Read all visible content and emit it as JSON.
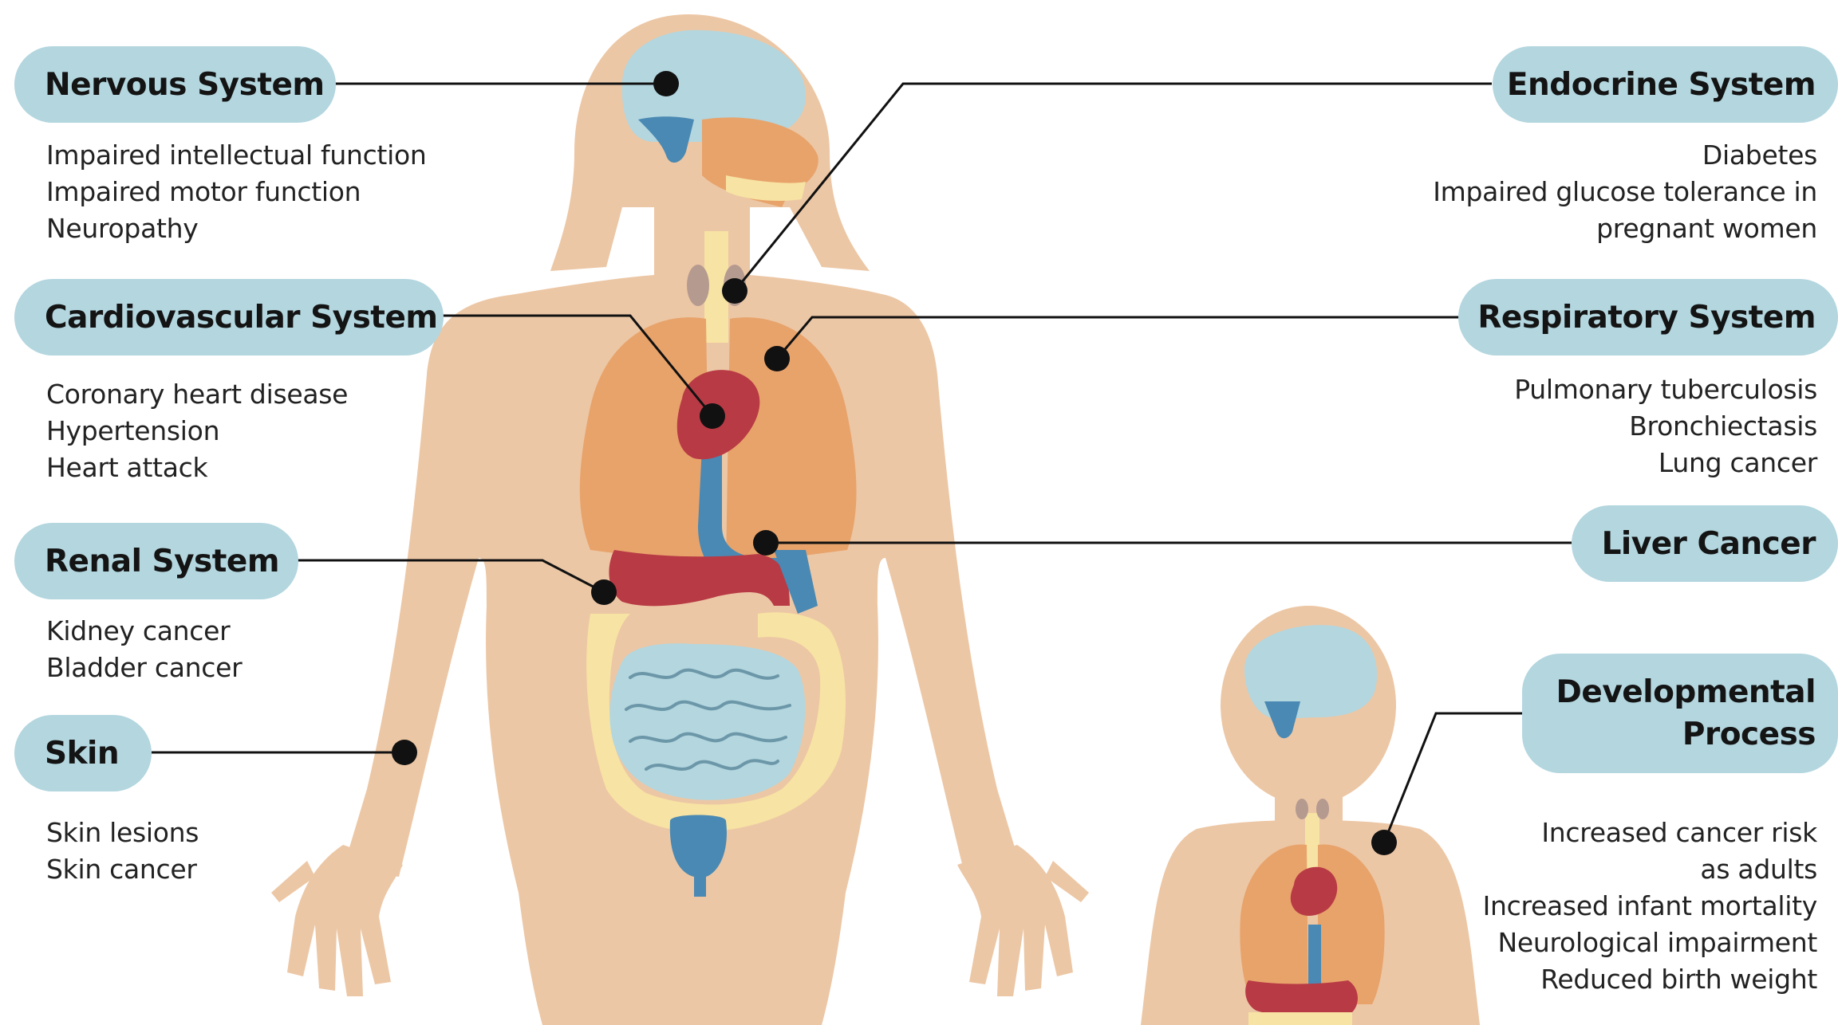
{
  "systems": {
    "nervous": {
      "title": "Nervous System",
      "effects": [
        "Impaired intellectual function",
        "Impaired motor function",
        "Neuropathy"
      ]
    },
    "cardiovascular": {
      "title": "Cardiovascular System",
      "effects": [
        "Coronary heart disease",
        "Hypertension",
        "Heart attack"
      ]
    },
    "renal": {
      "title": "Renal System",
      "effects": [
        "Kidney cancer",
        "Bladder cancer"
      ]
    },
    "skin": {
      "title": "Skin",
      "effects": [
        "Skin lesions",
        "Skin cancer"
      ]
    },
    "endocrine": {
      "title": "Endocrine System",
      "effects": [
        "Diabetes",
        "Impaired glucose tolerance in",
        "pregnant women"
      ]
    },
    "respiratory": {
      "title": "Respiratory System",
      "effects": [
        "Pulmonary tuberculosis",
        "Bronchiectasis",
        "Lung cancer"
      ]
    },
    "liver": {
      "title": "Liver Cancer"
    },
    "developmental": {
      "title_lines": [
        "Developmental",
        "Process"
      ],
      "effects": [
        "Increased cancer risk",
        "as adults",
        "Increased infant mortality",
        "Neurological impairment",
        "Reduced birth weight"
      ]
    }
  },
  "colors": {
    "skin": "#ecc7a5",
    "label_fill": "#b3d6df",
    "brain": "#b3d6df",
    "lung": "#e8a36b",
    "heart": "#b83a45",
    "intestine_large": "#f7e3a3",
    "intestine_small": "#b3d6df",
    "bladder": "#4a89b3",
    "connector": "#111111"
  },
  "icons": [
    "adult-figure-illustration",
    "child-figure-illustration",
    "brain-icon",
    "lungs-icon",
    "heart-icon",
    "thyroid-icon",
    "stomach-icon",
    "intestines-icon",
    "bladder-icon"
  ]
}
